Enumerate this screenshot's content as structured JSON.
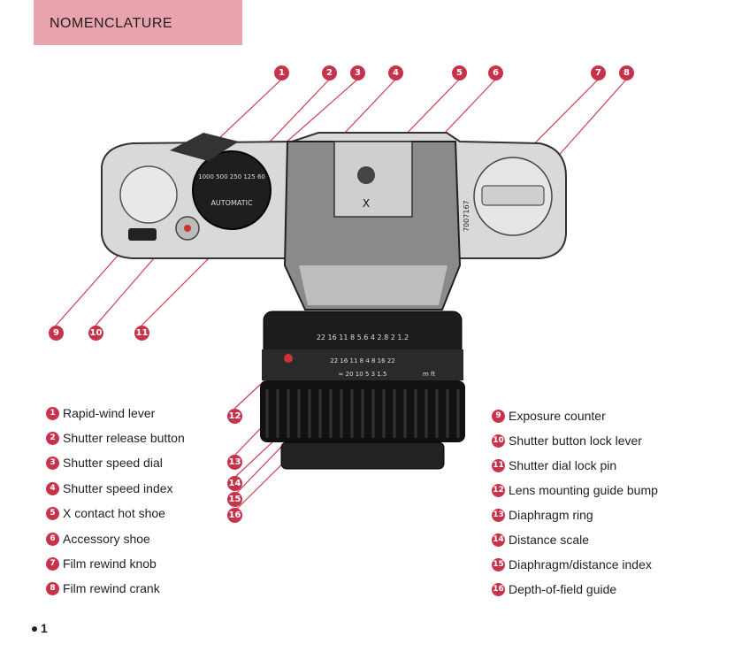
{
  "header": {
    "title": "NOMENCLATURE"
  },
  "callouts": [
    "1",
    "2",
    "3",
    "4",
    "5",
    "6",
    "7",
    "8",
    "9",
    "10",
    "11",
    "12",
    "13",
    "14",
    "15",
    "16"
  ],
  "camera": {
    "serial": "7007167",
    "dial_text": "AUTOMATIC",
    "dial_speeds": "1000 500 250 125 60",
    "hot_shoe_mark": "X",
    "aperture_scale": "22 16 11 8 5.6 4 2.8 2 1.2",
    "distance_scale": "22 16 11 8 4 8 16 22",
    "feet_scale": "∞ 20 10 5 3 1.5",
    "units": "m ft"
  },
  "legend_left": [
    {
      "n": "1",
      "label": "Rapid-wind lever"
    },
    {
      "n": "2",
      "label": "Shutter release button"
    },
    {
      "n": "3",
      "label": "Shutter speed dial"
    },
    {
      "n": "4",
      "label": "Shutter speed index"
    },
    {
      "n": "5",
      "label": "X contact hot shoe"
    },
    {
      "n": "6",
      "label": "Accessory shoe"
    },
    {
      "n": "7",
      "label": "Film rewind knob"
    },
    {
      "n": "8",
      "label": "Film rewind crank"
    }
  ],
  "legend_right": [
    {
      "n": "9",
      "label": "Exposure counter"
    },
    {
      "n": "10",
      "label": "Shutter button lock lever"
    },
    {
      "n": "11",
      "label": "Shutter dial lock pin"
    },
    {
      "n": "12",
      "label": "Lens mounting guide bump"
    },
    {
      "n": "13",
      "label": "Diaphragm ring"
    },
    {
      "n": "14",
      "label": "Distance scale"
    },
    {
      "n": "15",
      "label": "Diaphragm/distance index"
    },
    {
      "n": "16",
      "label": "Depth-of-field guide"
    }
  ],
  "page_number": "1"
}
